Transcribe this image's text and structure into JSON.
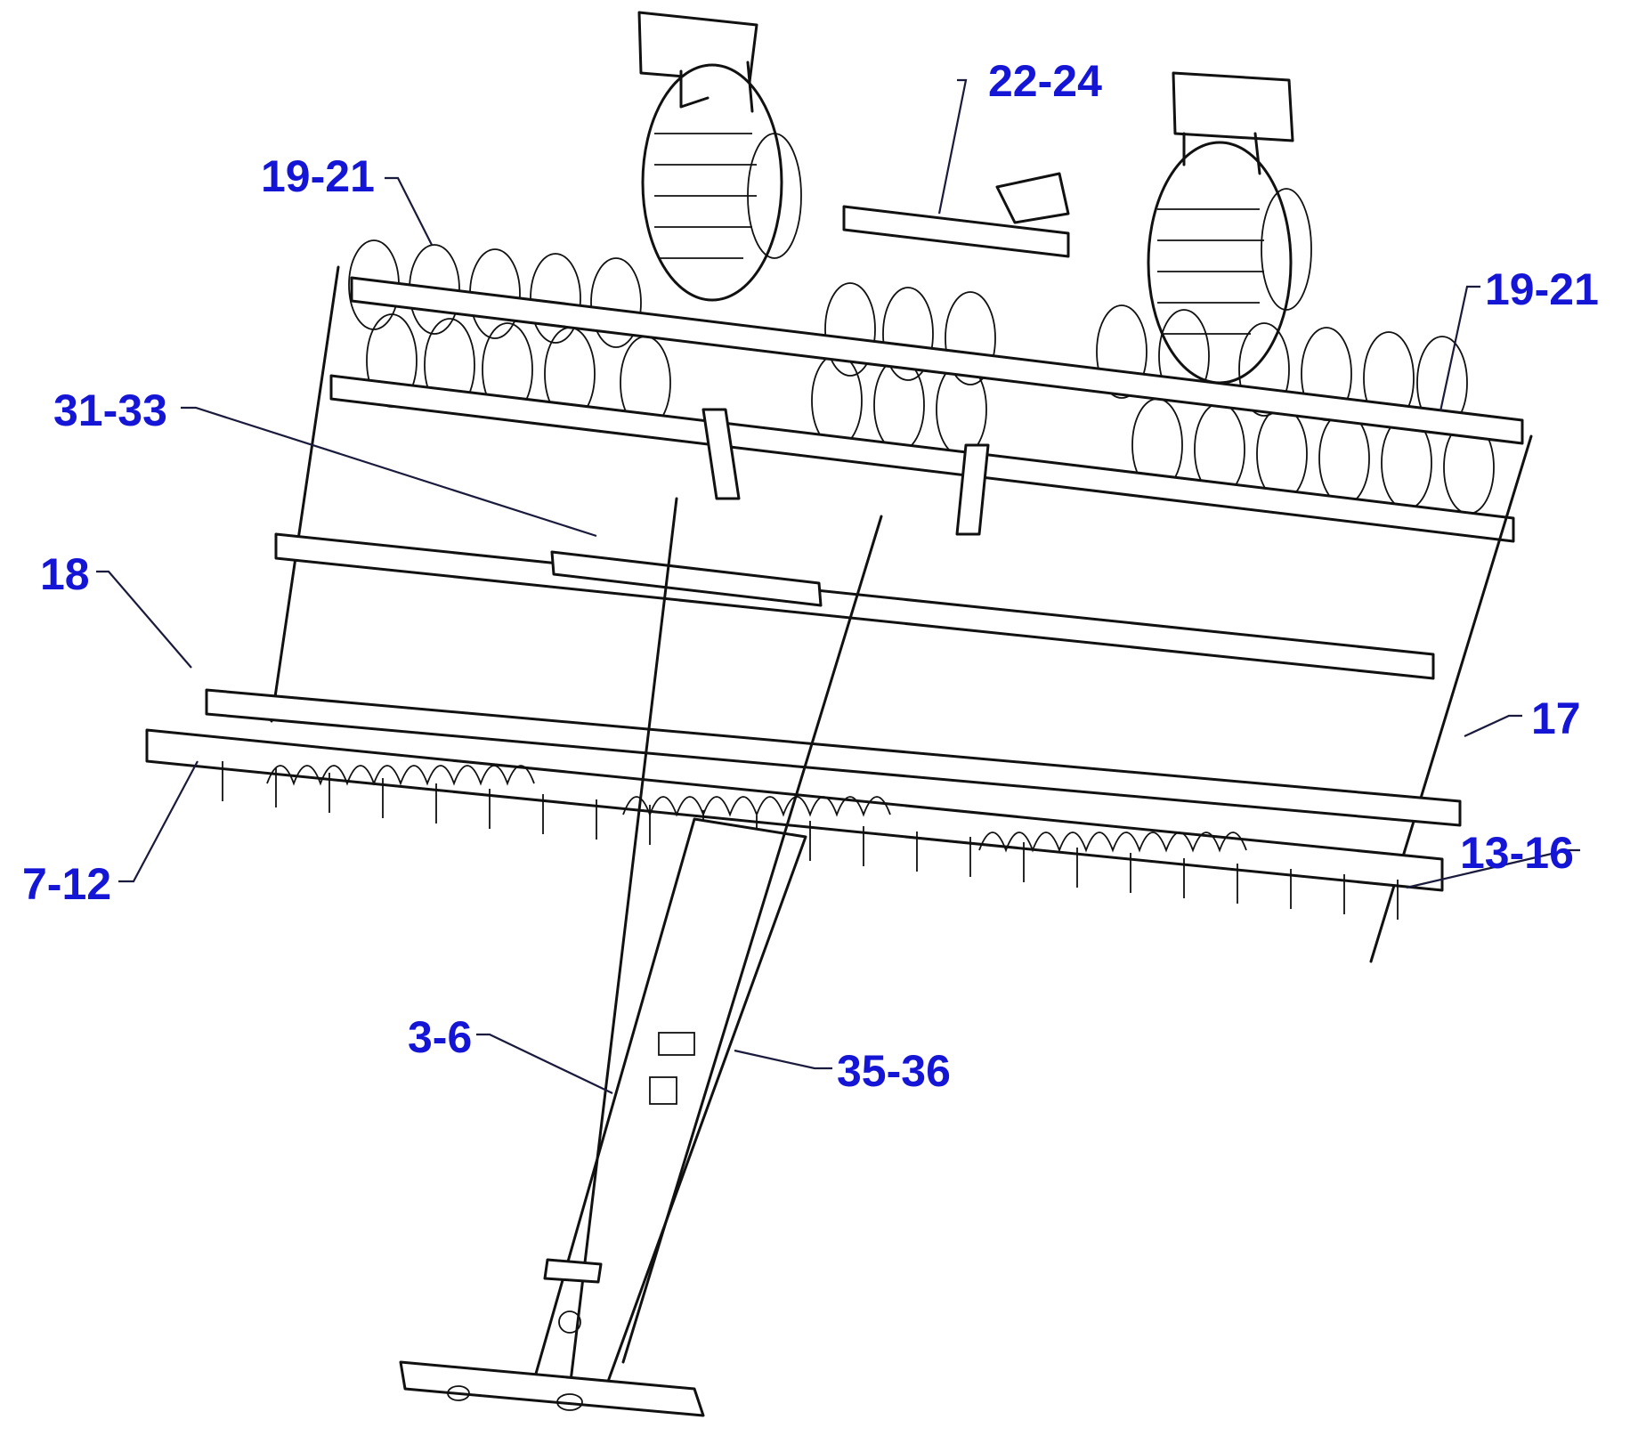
{
  "diagram": {
    "type": "exploded-assembly-callouts",
    "callouts": [
      {
        "id": "c-22-24",
        "text": "22-24"
      },
      {
        "id": "c-19-21-left",
        "text": "19-21"
      },
      {
        "id": "c-19-21-right",
        "text": "19-21"
      },
      {
        "id": "c-31-33",
        "text": "31-33"
      },
      {
        "id": "c-18",
        "text": "18"
      },
      {
        "id": "c-17",
        "text": "17"
      },
      {
        "id": "c-13-16",
        "text": "13-16"
      },
      {
        "id": "c-7-12",
        "text": "7-12"
      },
      {
        "id": "c-3-6",
        "text": "3-6"
      },
      {
        "id": "c-35-36",
        "text": "35-36"
      }
    ],
    "colors": {
      "callout_text": "#1515d6",
      "leader_line": "#1a1a3c",
      "line_art": "#111111",
      "background": "#ffffff"
    }
  }
}
